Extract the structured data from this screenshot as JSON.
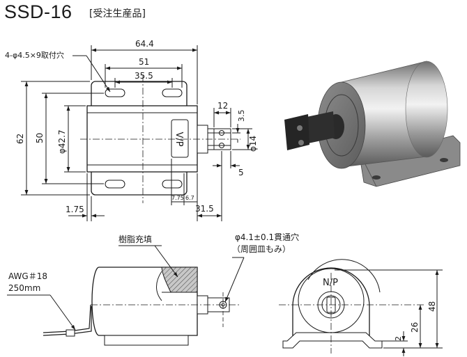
{
  "header": {
    "title": "SSD-16",
    "subtitle": "[受注生産品]"
  },
  "colors": {
    "line": "#1a1a1a",
    "body_fill": "#ffffff",
    "resin_fill": "#bdbdbd",
    "photo_metal": "#a8a8a8"
  },
  "top_view": {
    "hole_spec": "4-φ4.5×9取付穴",
    "dim_overall_width": "64.4",
    "dim_hole_pitch_outer": "51",
    "dim_hole_pitch_inner": "35.5",
    "dim_height_62": "62",
    "dim_height_50": "50",
    "dim_body_dia": "φ42.7",
    "dim_shaft_dia": "φ14",
    "dim_12": "12",
    "dim_3_5": "3.5",
    "dim_5": "5",
    "dim_7_75": "7.75",
    "dim_6_7": "6.7",
    "dim_31_5": "31.5",
    "dim_1_75": "1.75",
    "marking": "V/P"
  },
  "side_view": {
    "resin_label": "樹脂充填",
    "through_hole_label": "φ4.1±0.1貫通穴",
    "through_hole_note": "（周囲皿もみ）",
    "wire_gauge": "AWG＃18",
    "wire_length": "250mm"
  },
  "end_view": {
    "marking": "N/P",
    "dim_48": "48",
    "dim_26": "26",
    "dim_2": "2"
  }
}
